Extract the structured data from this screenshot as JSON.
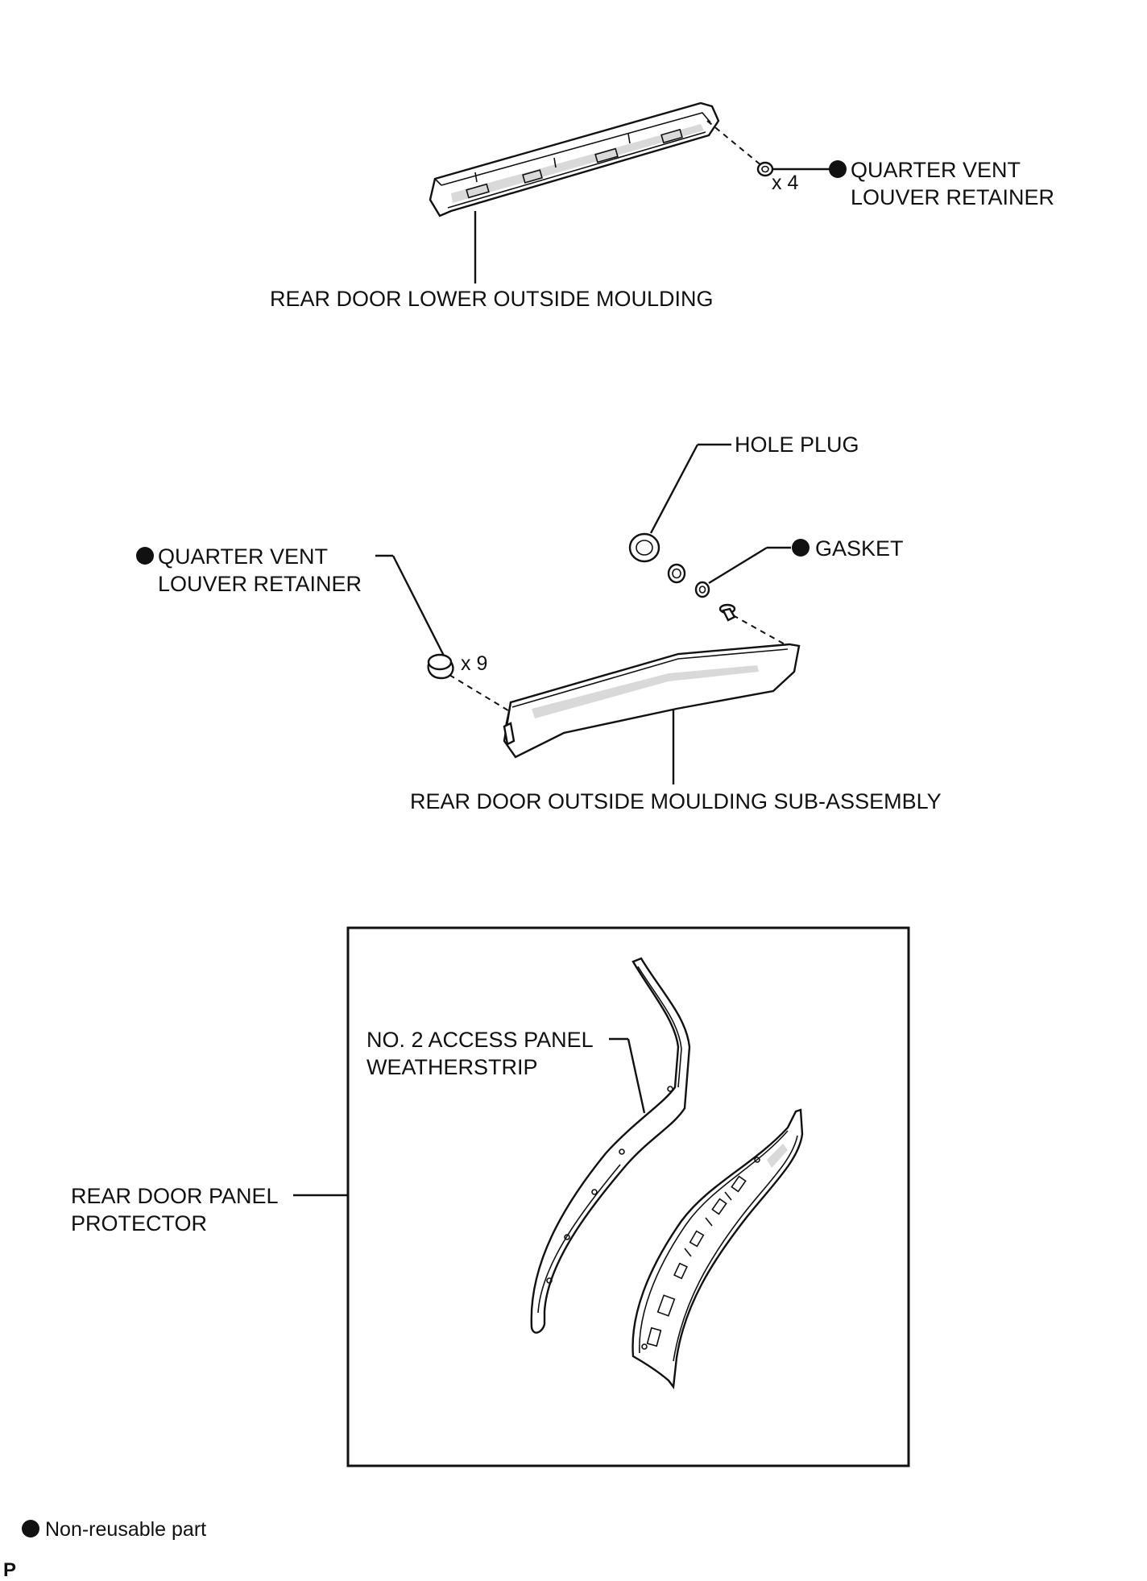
{
  "labels": {
    "quarter_vent_top_line1": "QUARTER VENT",
    "quarter_vent_top_line2": "LOUVER RETAINER",
    "qty_top": "x 4",
    "lower_moulding": "REAR DOOR LOWER OUTSIDE MOULDING",
    "hole_plug": "HOLE PLUG",
    "gasket": "GASKET",
    "quarter_vent_mid_line1": "QUARTER VENT",
    "quarter_vent_mid_line2": "LOUVER RETAINER",
    "qty_mid": "x 9",
    "outside_moulding": "REAR DOOR OUTSIDE MOULDING SUB-ASSEMBLY",
    "access_panel_line1": "NO. 2 ACCESS PANEL",
    "access_panel_line2": "WEATHERSTRIP",
    "panel_protector_line1": "REAR DOOR PANEL",
    "panel_protector_line2": "PROTECTOR"
  },
  "legend": {
    "text": "Non-reusable part",
    "symbol": "filled-circle-icon"
  },
  "corner_mark": "P"
}
